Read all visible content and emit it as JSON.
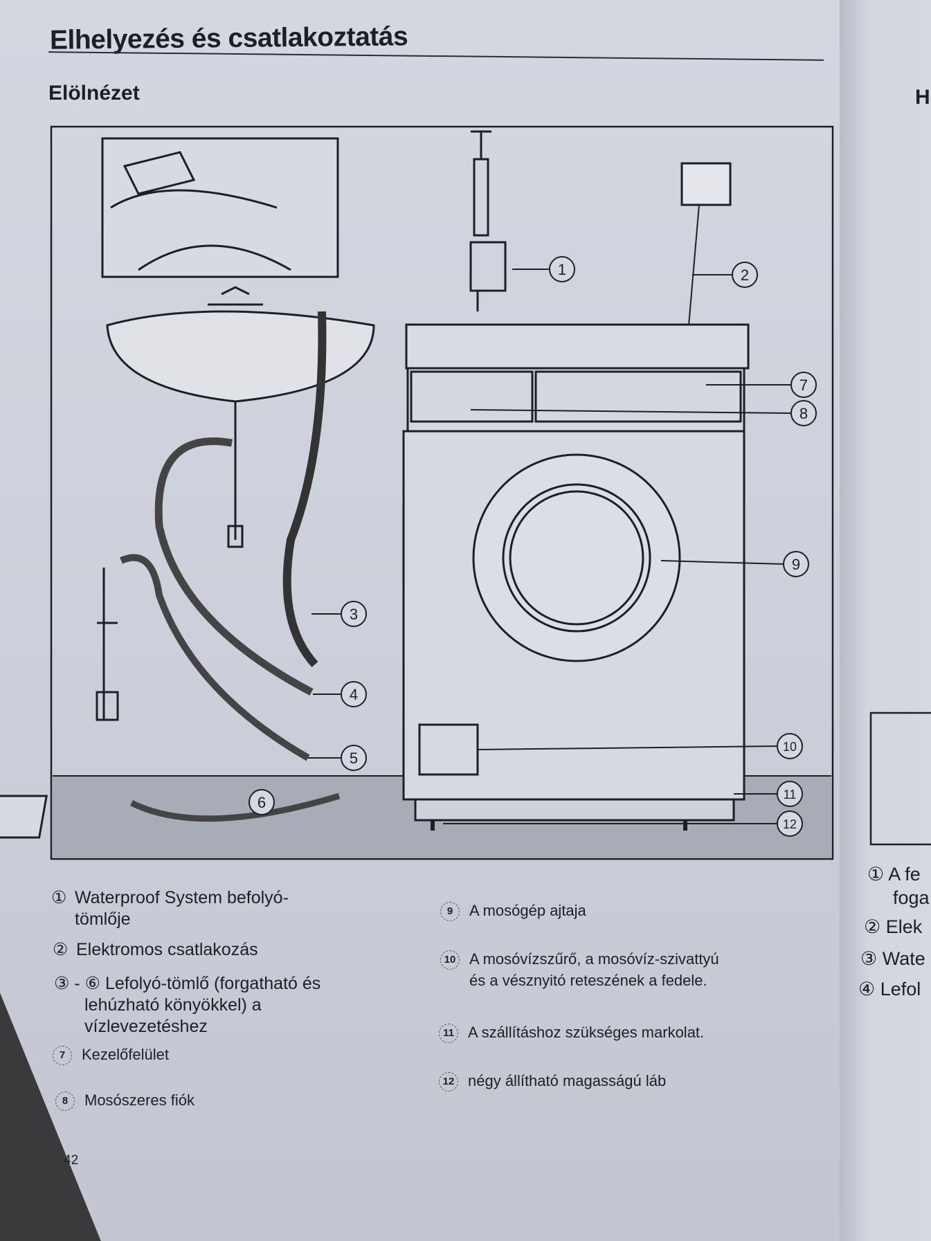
{
  "header": {
    "title": "Elhelyezés és csatlakoztatás",
    "subtitle": "Elölnézet"
  },
  "callouts": [
    "1",
    "2",
    "3",
    "4",
    "5",
    "6",
    "7",
    "8",
    "9",
    "10",
    "11",
    "12"
  ],
  "legend_left": [
    {
      "num": "①",
      "text": "Waterproof System befolyó-",
      "text2": "tömlője"
    },
    {
      "num": "②",
      "text": "Elektromos csatlakozás"
    },
    {
      "num": "③ - ⑥",
      "text": "Lefolyó-tömlő (forgatható és",
      "text2": "lehúzható könyökkel) a",
      "text3": "vízlevezetéshez"
    },
    {
      "num": "7",
      "text": "Kezelőfelület"
    },
    {
      "num": "8",
      "text": "Mosószeres fiók"
    }
  ],
  "legend_right": [
    {
      "num": "9",
      "text": "A mosógép ajtaja"
    },
    {
      "num": "10",
      "text": "A mosóvízszűrő, a mosóvíz-szivattyú",
      "text2": "és a vésznyitó reteszének a fedele."
    },
    {
      "num": "11",
      "text": "A szállításhoz szükséges markolat."
    },
    {
      "num": "12",
      "text": "négy állítható magasságú láb"
    }
  ],
  "page_number": "42",
  "right_page": {
    "heading": "H",
    "items": [
      "① A fe",
      "foga",
      "② Elek",
      "③ Wate",
      "④ Lefol"
    ]
  }
}
